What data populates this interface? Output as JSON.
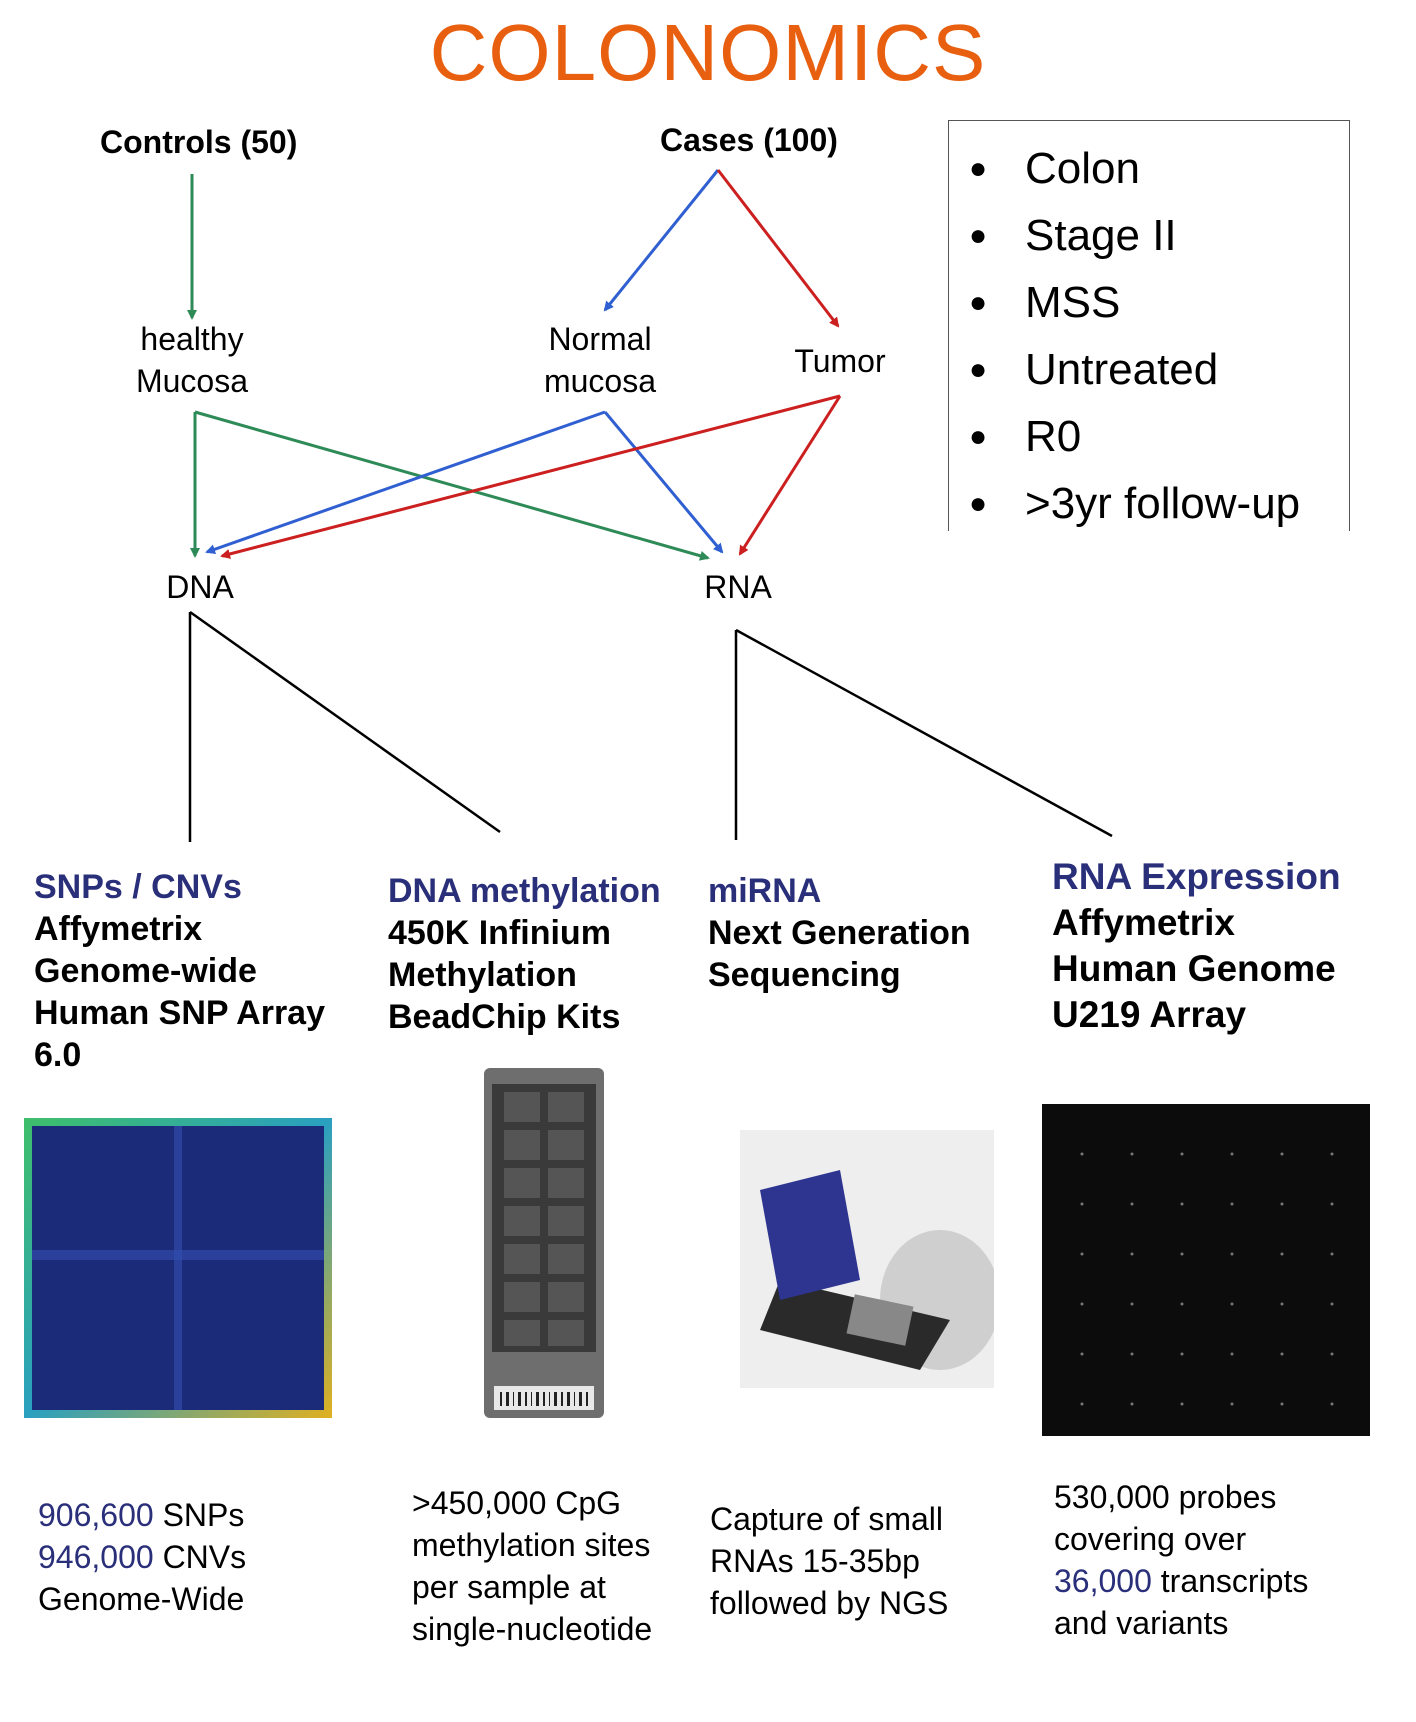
{
  "title": "COLONOMICS",
  "groups": {
    "controls": "Controls (50)",
    "cases": "Cases (100)"
  },
  "tissues": {
    "healthy_l1": "healthy",
    "healthy_l2": "Mucosa",
    "normal_l1": "Normal",
    "normal_l2": "mucosa",
    "tumor": "Tumor"
  },
  "molecules": {
    "dna": "DNA",
    "rna": "RNA"
  },
  "criteria": [
    "Colon",
    "Stage II",
    "MSS",
    "Untreated",
    "R0",
    ">3yr follow-up"
  ],
  "platforms": [
    {
      "head": "SNPs / CNVs",
      "lines": [
        "Affymetrix",
        "Genome-wide",
        "Human SNP Array",
        "6.0"
      ]
    },
    {
      "head": "DNA methylation",
      "lines": [
        "450K Infinium",
        "Methylation",
        "BeadChip Kits"
      ]
    },
    {
      "head": "miRNA",
      "lines": [
        "Next Generation",
        "Sequencing"
      ]
    },
    {
      "head": "RNA Expression",
      "lines": [
        "Affymetrix",
        "Human Genome",
        "U219 Array"
      ]
    }
  ],
  "descriptions": {
    "snp": {
      "n1": "906,600",
      "t1": " SNPs",
      "n2": "946,000",
      "t2": " CNVs",
      "t3": "Genome-Wide"
    },
    "meth": {
      "l1": ">450,000 CpG",
      "l2": "methylation sites",
      "l3": "per sample at",
      "l4": "single-nucleotide"
    },
    "mirna": {
      "l1": "Capture of small",
      "l2": "RNAs 15-35bp",
      "l3": "followed by NGS"
    },
    "rna": {
      "l1": "530,000 probes",
      "l2": "covering over",
      "n3": "36,000",
      "t3": " transcripts",
      "l4": "and variants"
    }
  },
  "colors": {
    "title": "#e8600f",
    "controls_arrow": "#2e8b57",
    "normal_arrow": "#2f5fd0",
    "tumor_arrow": "#cc1f1f",
    "platform_head": "#2a2f7a"
  }
}
